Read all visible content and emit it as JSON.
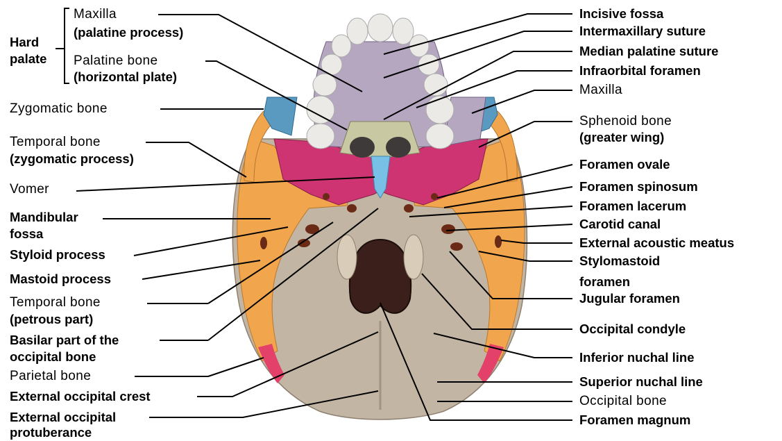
{
  "colors": {
    "maxilla": "#b6a7c1",
    "palatine": "#c8c8a2",
    "vomer": "#79c0e6",
    "sphenoid": "#cd3471",
    "temporal": "#f1a64e",
    "zygomatic": "#5b9ac0",
    "occipital": "#c3b5a3",
    "parietal": "#e3416a",
    "teeth": "#ebeae6"
  },
  "hard_palate": {
    "line1": "Hard",
    "line2": "palate"
  },
  "labels_left": {
    "maxilla": "Maxilla",
    "maxilla_part": "(palatine process)",
    "palatine": "Palatine bone",
    "palatine_part": "(horizontal plate)",
    "zygomatic": "Zygomatic bone",
    "temporal_zyg": "Temporal bone",
    "temporal_zyg_part": "(zygomatic process)",
    "vomer": "Vomer",
    "mandibular_1": "Mandibular",
    "mandibular_2": "fossa",
    "styloid": "Styloid process",
    "mastoid": "Mastoid process",
    "temporal_pet": "Temporal bone",
    "temporal_pet_part": "(petrous part)",
    "basilar_1": "Basilar part of the",
    "basilar_2": "occipital bone",
    "parietal": "Parietal bone",
    "ext_crest": "External occipital crest",
    "ext_prot_1": "External occipital",
    "ext_prot_2": "protuberance"
  },
  "labels_right": {
    "incisive": "Incisive fossa",
    "intermax": "Intermaxillary suture",
    "median": "Median palatine suture",
    "infraorbital": "Infraorbital foramen",
    "maxilla": "Maxilla",
    "sphenoid": "Sphenoid bone",
    "sphenoid_part": "(greater wing)",
    "ovale": "Foramen ovale",
    "spinosum": "Foramen spinosum",
    "lacerum": "Foramen lacerum",
    "carotid": "Carotid canal",
    "ext_acoustic": "External acoustic meatus",
    "stylomastoid_1": "Stylomastoid",
    "stylomastoid_2": "foramen",
    "jugular": "Jugular foramen",
    "occ_condyle": "Occipital condyle",
    "inf_nuchal": "Inferior nuchal line",
    "sup_nuchal": "Superior nuchal line",
    "occipital": "Occipital bone",
    "magnum": "Foramen magnum"
  }
}
